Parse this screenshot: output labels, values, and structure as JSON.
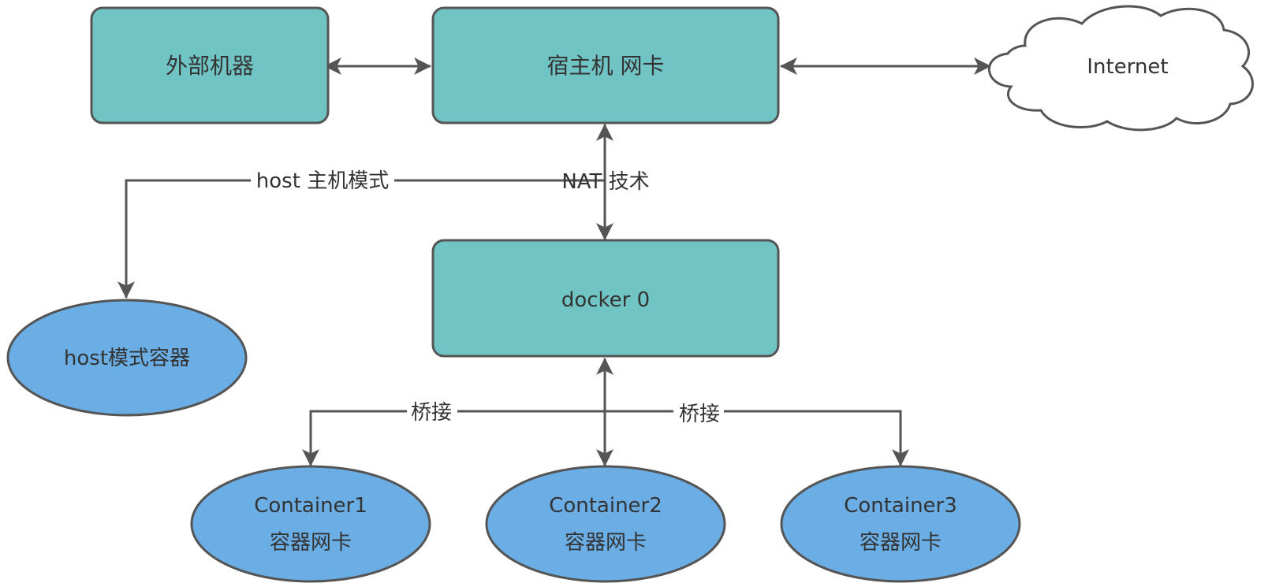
{
  "colors": {
    "box_fill": "#71c4c4",
    "ellipse_fill": "#6aaee5",
    "stroke": "#555555",
    "text": "#333333",
    "cloud_fill": "#ffffff"
  },
  "nodes": {
    "external_machine": "外部机器",
    "host_nic": "宿主机 网卡",
    "internet": "Internet",
    "docker0": "docker 0",
    "host_mode_container": "host模式容器",
    "container1": {
      "name": "Container1",
      "nic": "容器网卡"
    },
    "container2": {
      "name": "Container2",
      "nic": "容器网卡"
    },
    "container3": {
      "name": "Container3",
      "nic": "容器网卡"
    }
  },
  "edges": {
    "host_mode": "host 主机模式",
    "nat": "NAT 技术",
    "bridge_left": "桥接",
    "bridge_right": "桥接"
  }
}
